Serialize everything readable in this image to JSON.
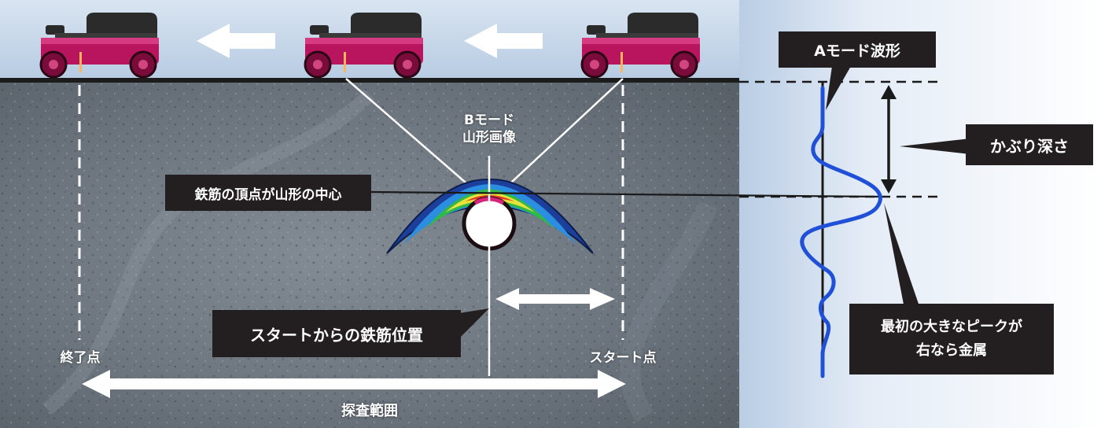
{
  "labels": {
    "a_mode": "Aモード波形",
    "cover_depth": "かぶり深さ",
    "b_mode_line1": "Bモード",
    "b_mode_line2": "山形画像",
    "rebar_apex": "鉄筋の頂点が山形の中心",
    "rebar_position": "スタートからの鉄筋位置",
    "metal_line1": "最初の大きなピークが",
    "metal_line2": "右なら金属",
    "end_point": "終了点",
    "start_point": "スタート点",
    "scan_range": "探査範囲"
  },
  "colors": {
    "sky": "#c9d9ec",
    "concrete": "#6e7780",
    "device_body": "#b8155e",
    "callout_bg": "#231f20",
    "waveform": "#2050d8",
    "arrow": "#ffffff"
  }
}
